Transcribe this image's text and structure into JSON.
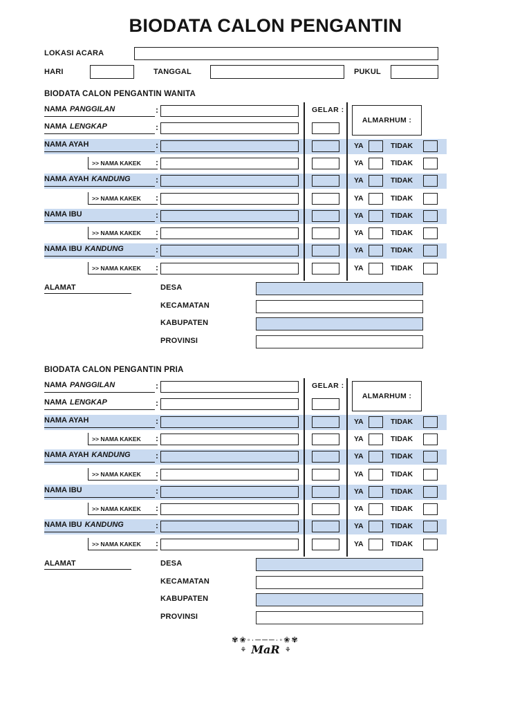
{
  "page": {
    "title": "BIODATA CALON PENGANTIN"
  },
  "labels": {
    "lokasi_acara": "LOKASI ACARA",
    "hari": "HARI",
    "tanggal": "TANGGAL",
    "pukul": "PUKUL",
    "gelar": "GELAR :",
    "almarhum": "ALMARHUM :",
    "ya": "YA",
    "tidak": "TIDAK",
    "colon": ":",
    "alamat": "ALAMAT"
  },
  "colors": {
    "highlight": "#c9daf0",
    "border": "#1c1c1c"
  },
  "sections": [
    {
      "heading": "BIODATA CALON PENGANTIN WANITA",
      "rows": [
        {
          "label": "NAMA",
          "italic": "PANGGILAN",
          "kakek": false,
          "highlight": false
        },
        {
          "label": "NAMA",
          "italic": "LENGKAP",
          "kakek": false,
          "highlight": false
        },
        {
          "label": "NAMA AYAH",
          "italic": "",
          "kakek": false,
          "highlight": true
        },
        {
          "label": ">> NAMA KAKEK",
          "kakek": true,
          "highlight": false
        },
        {
          "label": "NAMA AYAH",
          "italic": "KANDUNG",
          "kakek": false,
          "highlight": true
        },
        {
          "label": ">> NAMA KAKEK",
          "kakek": true,
          "highlight": false
        },
        {
          "label": "NAMA IBU",
          "italic": "",
          "kakek": false,
          "highlight": true
        },
        {
          "label": ">> NAMA KAKEK",
          "kakek": true,
          "highlight": false
        },
        {
          "label": "NAMA IBU",
          "italic": "KANDUNG",
          "kakek": false,
          "highlight": true
        },
        {
          "label": ">> NAMA KAKEK",
          "kakek": true,
          "highlight": false
        }
      ],
      "address": [
        {
          "label": "DESA",
          "highlight": true
        },
        {
          "label": "KECAMATAN",
          "highlight": false
        },
        {
          "label": "KABUPATEN",
          "highlight": true
        },
        {
          "label": "PROVINSI",
          "highlight": false
        }
      ]
    },
    {
      "heading": "BIODATA CALON PENGANTIN PRIA",
      "rows": [
        {
          "label": "NAMA",
          "italic": "PANGGILAN",
          "kakek": false,
          "highlight": false
        },
        {
          "label": "NAMA",
          "italic": "LENGKAP",
          "kakek": false,
          "highlight": false
        },
        {
          "label": "NAMA AYAH",
          "italic": "",
          "kakek": false,
          "highlight": true
        },
        {
          "label": ">> NAMA KAKEK",
          "kakek": true,
          "highlight": false
        },
        {
          "label": "NAMA AYAH",
          "italic": "KANDUNG",
          "kakek": false,
          "highlight": true
        },
        {
          "label": ">> NAMA KAKEK",
          "kakek": true,
          "highlight": false
        },
        {
          "label": "NAMA IBU",
          "italic": "",
          "kakek": false,
          "highlight": true
        },
        {
          "label": ">> NAMA KAKEK",
          "kakek": true,
          "highlight": false
        },
        {
          "label": "NAMA IBU",
          "italic": "KANDUNG",
          "kakek": false,
          "highlight": true
        },
        {
          "label": ">> NAMA KAKEK",
          "kakek": true,
          "highlight": false
        }
      ],
      "address": [
        {
          "label": "DESA",
          "highlight": true
        },
        {
          "label": "KECAMATAN",
          "highlight": false
        },
        {
          "label": "KABUPATEN",
          "highlight": true
        },
        {
          "label": "PROVINSI",
          "highlight": false
        }
      ]
    }
  ],
  "logo": {
    "flowers_left": "✾❀",
    "dots": "◦·───·◦",
    "flowers_right": "❀✾",
    "stem": "⚘",
    "monogram": "MaR"
  }
}
